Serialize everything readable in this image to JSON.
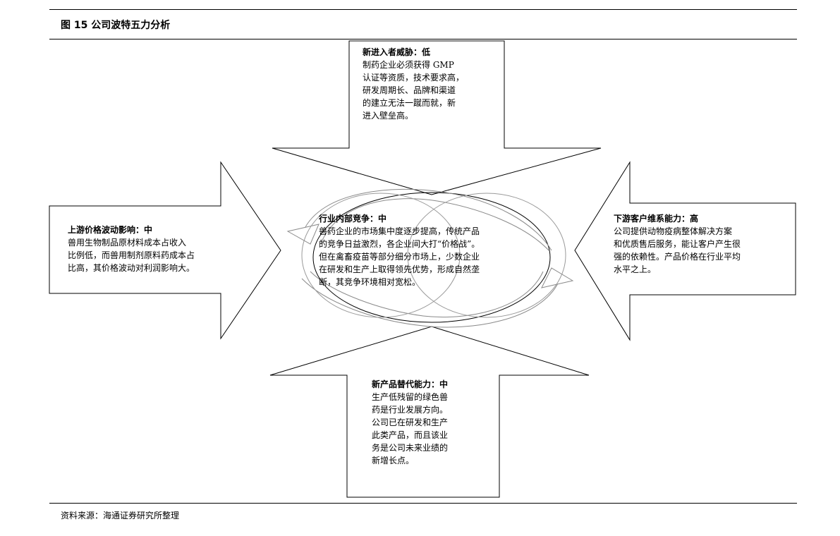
{
  "figure": {
    "title": "图 15 公司波特五力分析",
    "source": "资料来源：海通证券研究所整理"
  },
  "forces": {
    "top": {
      "heading": "新进入者威胁：低",
      "lines": [
        "制药企业必须获得 GMP",
        "认证等资质，技术要求高，",
        "研发周期长、品牌和渠道",
        "的建立无法一蹴而就，新",
        "进入壁垒高。"
      ]
    },
    "left": {
      "heading": "上游价格波动影响：中",
      "lines": [
        "兽用生物制品原材料成本占收入",
        "比例低，而兽用制剂原料药成本占",
        "比高，其价格波动对利润影响大。"
      ]
    },
    "center": {
      "heading": "行业内部竞争：中",
      "lines": [
        "兽药企业的市场集中度逐步提高，传统产品",
        "的竞争日益激烈，各企业间大打“价格战”。",
        "但在禽畜疫苗等部分细分市场上，少数企业",
        "在研发和生产上取得领先优势，形成自然垄",
        "断，其竞争环境相对宽松。"
      ]
    },
    "right": {
      "heading": "下游客户维系能力：高",
      "lines": [
        "公司提供动物疫病整体解决方案",
        "和优质售后服务，能让客户产生很",
        "强的依赖性。产品价格在行业平均",
        "水平之上。"
      ]
    },
    "bottom": {
      "heading": "新产品替代能力：中",
      "lines": [
        "生产低残留的绿色兽",
        "药是行业发展方向。",
        "公司已在研发和生产",
        "此类产品，而且该业",
        "务是公司未来业绩的",
        "新增长点。"
      ]
    }
  }
}
